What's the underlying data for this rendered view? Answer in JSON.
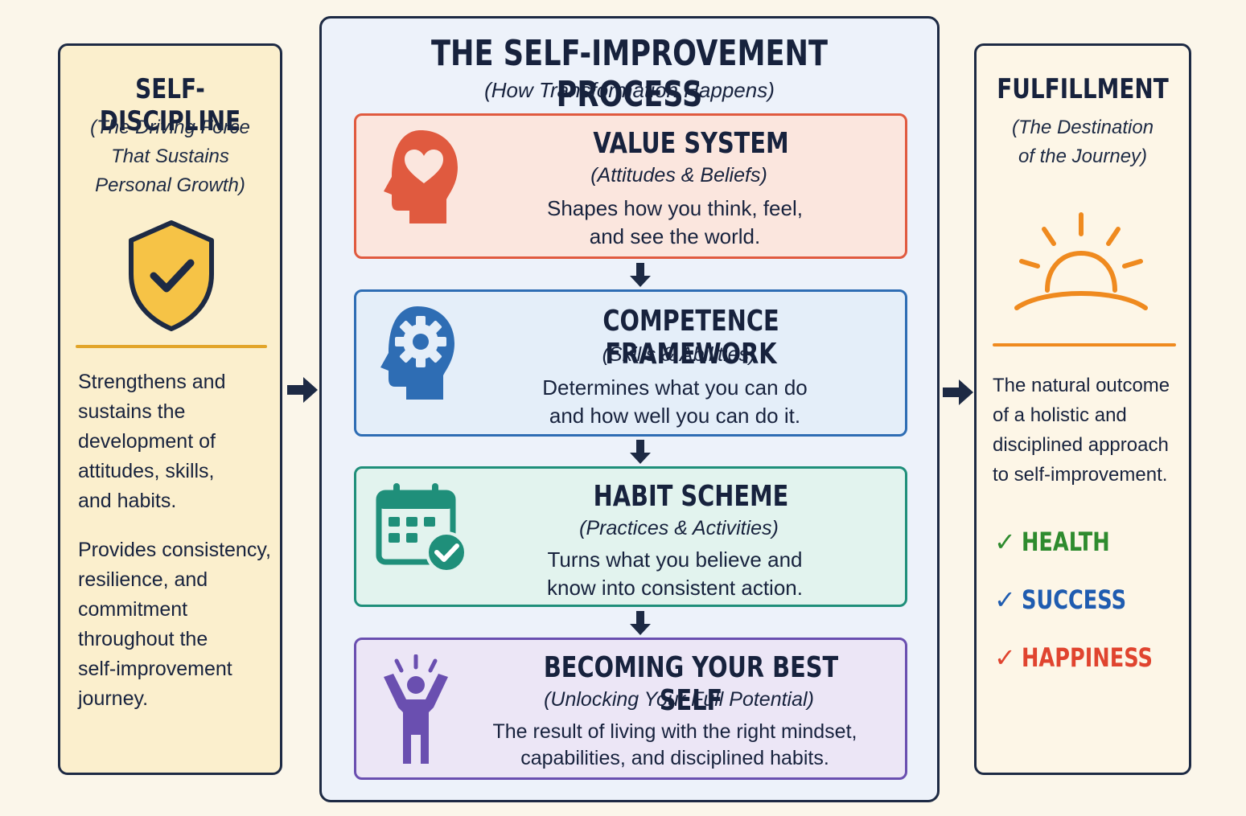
{
  "left": {
    "title": "SELF-DISCIPLINE",
    "subtitle_lines": [
      "(The Driving Force",
      "That Sustains",
      "Personal Growth)"
    ],
    "icon": "shield-check-icon",
    "paragraph1": [
      "Strengthens and",
      "sustains the",
      "development of",
      "attitudes, skills,",
      "and habits."
    ],
    "paragraph2": [
      "Provides consistency,",
      "resilience, and",
      "commitment",
      "throughout the",
      "self-improvement",
      "journey."
    ]
  },
  "center": {
    "title": "THE SELF-IMPROVEMENT PROCESS",
    "subtitle": "(How Transformation Happens)",
    "steps": [
      {
        "title": "VALUE SYSTEM",
        "subtitle": "(Attitudes & Beliefs)",
        "desc": [
          "Shapes how you think, feel,",
          "and see the world."
        ],
        "icon": "head-heart-icon",
        "color": "#e05a3f",
        "bg": "#fbe6de"
      },
      {
        "title": "COMPETENCE FRAMEWORK",
        "subtitle": "(Skills & Abilities)",
        "desc": [
          "Determines what you can do",
          "and how well you can do it."
        ],
        "icon": "head-gear-icon",
        "color": "#2e6db4",
        "bg": "#e4eef9"
      },
      {
        "title": "HABIT SCHEME",
        "subtitle": "(Practices & Activities)",
        "desc": [
          "Turns what you believe and",
          "know into consistent action."
        ],
        "icon": "calendar-check-icon",
        "color": "#1f8f7a",
        "bg": "#e2f3ee"
      },
      {
        "title": "BECOMING YOUR BEST SELF",
        "subtitle": "(Unlocking Your Full Potential)",
        "desc": [
          "The result of living with the right mindset,",
          "capabilities, and disciplined habits."
        ],
        "icon": "person-celebrating-icon",
        "color": "#6a4fb0",
        "bg": "#ece6f6"
      }
    ]
  },
  "right": {
    "title": "FULFILLMENT",
    "subtitle_lines": [
      "(The Destination",
      "of the Journey)"
    ],
    "icon": "sunrise-icon",
    "paragraph": [
      "The natural outcome",
      "of a holistic and",
      "disciplined approach",
      "to self-improvement."
    ],
    "outcomes": [
      {
        "label": "HEALTH",
        "color": "#2e8b2e"
      },
      {
        "label": "SUCCESS",
        "color": "#1f5cb0"
      },
      {
        "label": "HAPPINESS",
        "color": "#e0442f"
      }
    ]
  },
  "colors": {
    "navy": "#1d2a44",
    "gold": "#e2a52a",
    "orange": "#ef8a1f"
  }
}
